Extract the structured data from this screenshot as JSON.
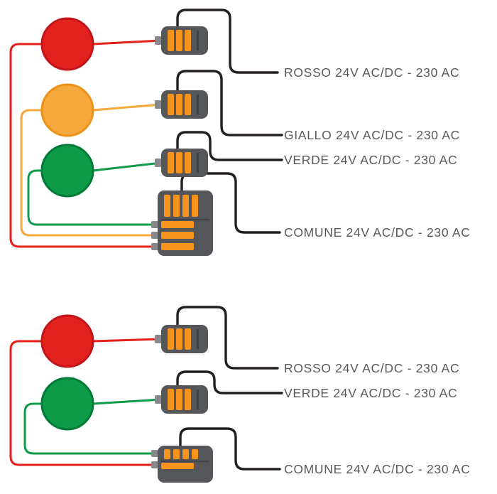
{
  "colors": {
    "red": "#e3211c",
    "red-dark": "#c0151b",
    "yellow": "#f5a83b",
    "yellow-dark": "#ee9217",
    "green": "#0d9b49",
    "green-dark": "#007a37",
    "orange": "#f7941e",
    "black": "#231f20",
    "gray": "#55565a",
    "gray-dark": "#414246",
    "gray-light": "#87888b",
    "text": "#58595b",
    "background": "#ffffff"
  },
  "top_diagram": {
    "lamps": [
      {
        "name": "rosso",
        "color": "red"
      },
      {
        "name": "giallo",
        "color": "yellow"
      },
      {
        "name": "verde",
        "color": "green"
      }
    ],
    "labels": {
      "rosso": "ROSSO 24V AC/DC - 230 AC",
      "giallo": "GIALLO 24V AC/DC - 230 AC",
      "verde": "VERDE 24V AC/DC - 230 AC",
      "comune": "COMUNE 24V AC/DC - 230 AC"
    }
  },
  "bottom_diagram": {
    "lamps": [
      {
        "name": "rosso",
        "color": "red"
      },
      {
        "name": "verde",
        "color": "green"
      }
    ],
    "labels": {
      "rosso": "ROSSO 24V AC/DC - 230 AC",
      "verde": "VERDE 24V AC/DC - 230 AC",
      "comune": "COMUNE 24V AC/DC - 230 AC"
    }
  }
}
